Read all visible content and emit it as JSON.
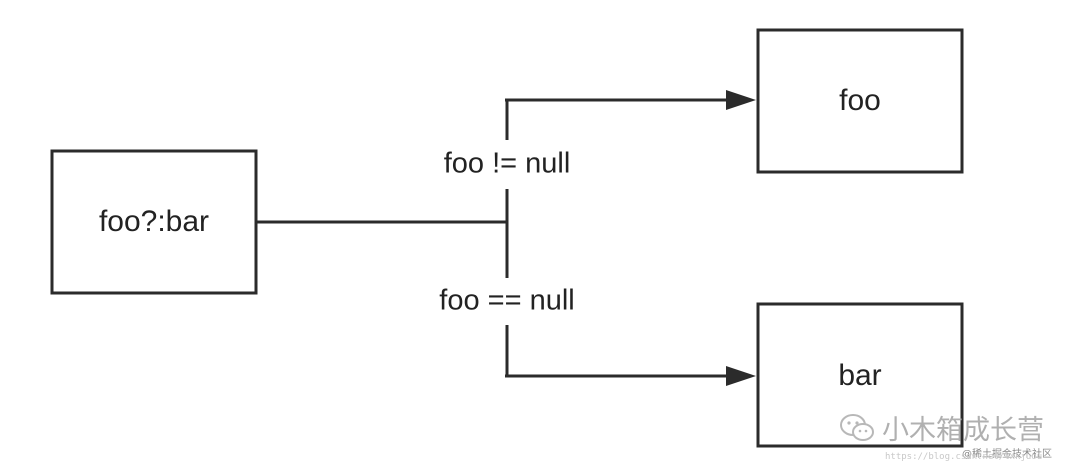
{
  "diagram": {
    "source_node": {
      "label": "foo?:bar"
    },
    "target_top": {
      "label": "foo"
    },
    "target_bottom": {
      "label": "bar"
    },
    "edge_top": {
      "label": "foo != null"
    },
    "edge_bottom": {
      "label": "foo == null"
    }
  },
  "watermark": {
    "account": "小木箱成长营",
    "credit": "@稀土掘金技术社区",
    "url": "https://blog.csdn.net/lxkjuou",
    "icon": "wechat-icon"
  },
  "colors": {
    "stroke": "#2b2b2b",
    "text": "#222222",
    "watermark": "#b0b0b0"
  }
}
